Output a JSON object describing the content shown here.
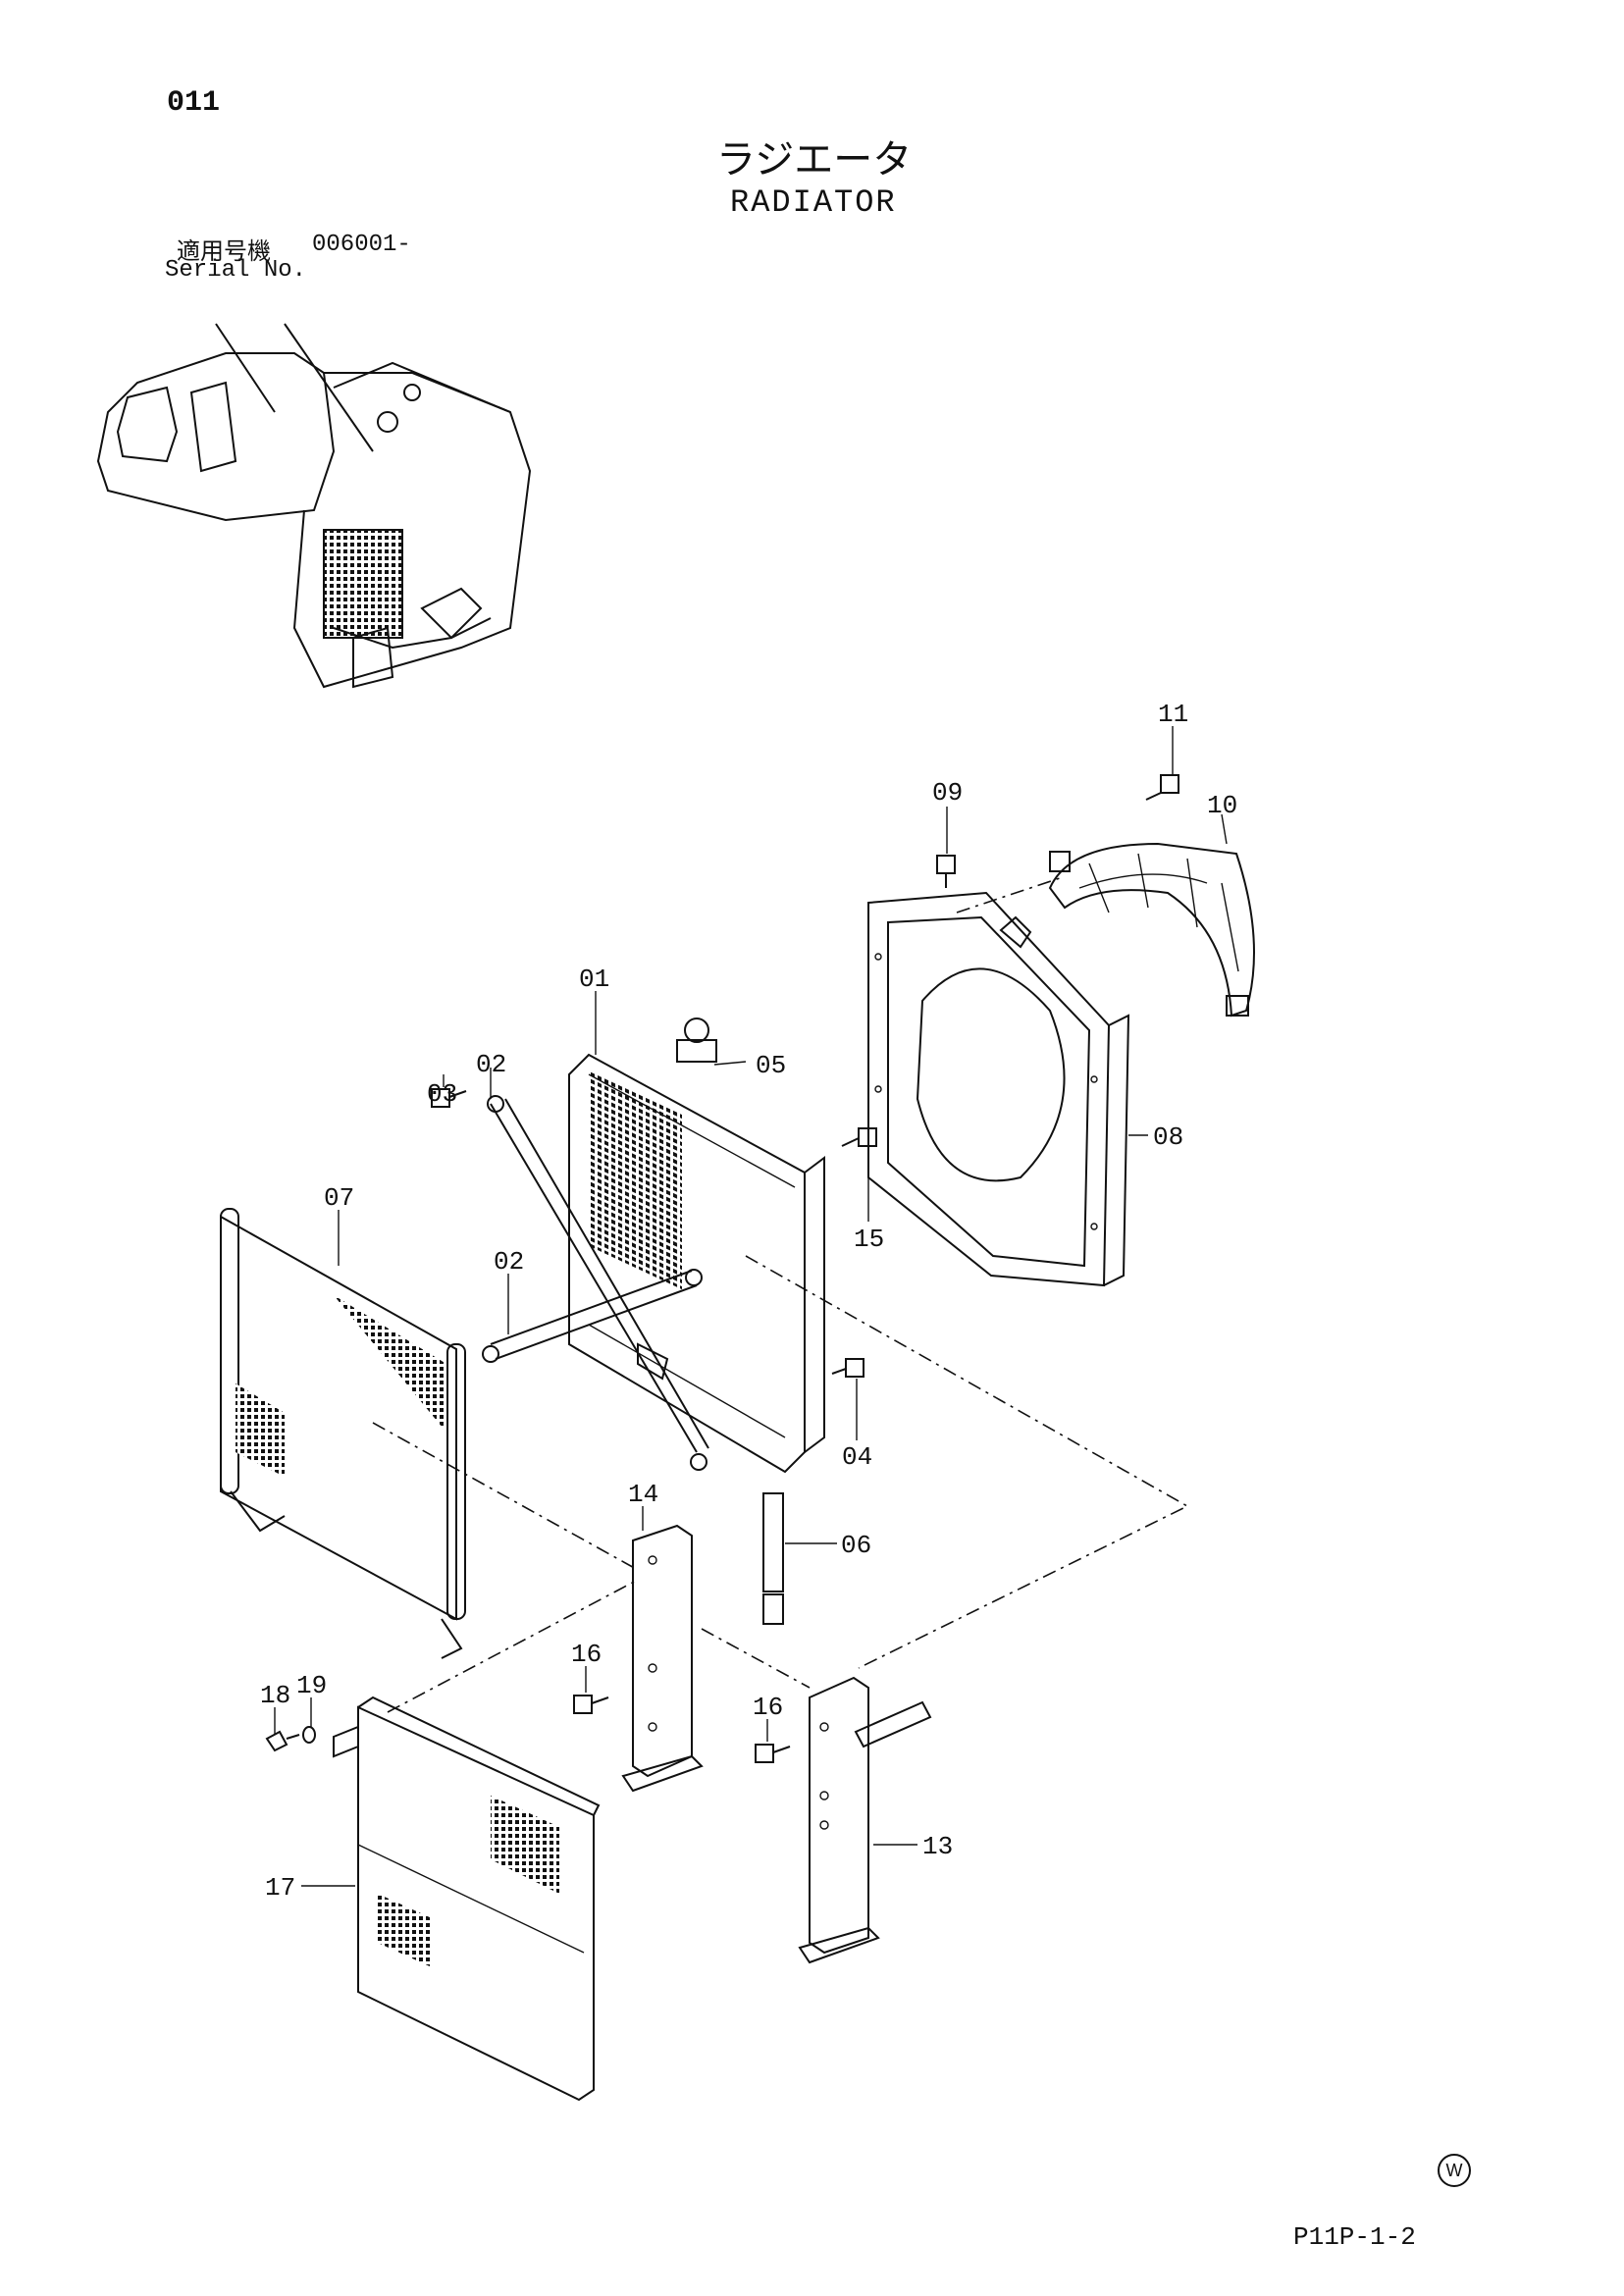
{
  "header": {
    "page_number": "011",
    "title_jp": "ラジエータ",
    "title_en": "RADIATOR",
    "serial_label_jp": "適用号機",
    "serial_label_en": "Serial No.",
    "serial_value": "006001-"
  },
  "footer": {
    "drawing_code": "P11P-1-2",
    "mark": "W"
  },
  "callouts": {
    "c01": "01",
    "c02a": "02",
    "c02b": "02",
    "c03": "03",
    "c04": "04",
    "c05": "05",
    "c06": "06",
    "c07": "07",
    "c08": "08",
    "c09": "09",
    "c10": "10",
    "c11": "11",
    "c13": "13",
    "c14": "14",
    "c15": "15",
    "c16a": "16",
    "c16b": "16",
    "c17": "17",
    "c18": "18",
    "c19": "19"
  }
}
